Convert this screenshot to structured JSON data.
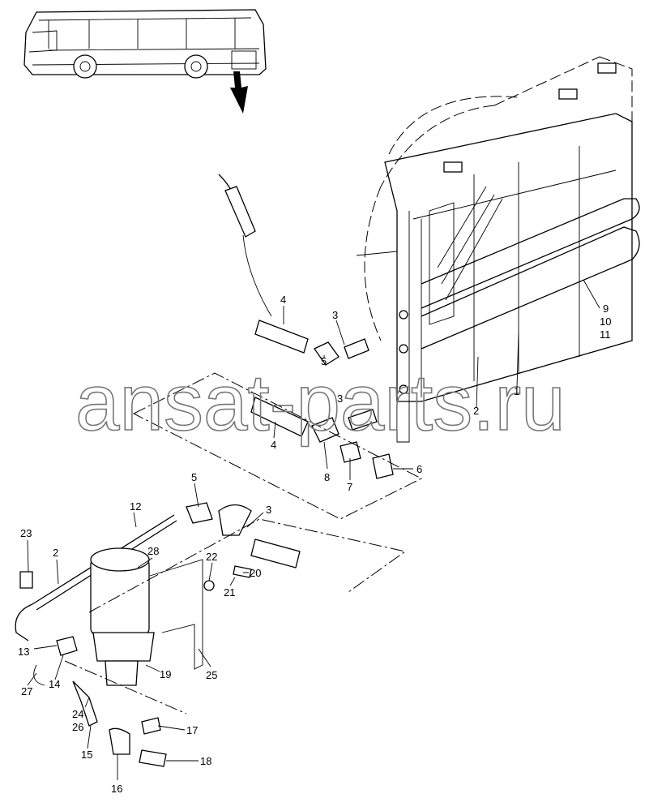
{
  "diagram": {
    "watermark": "ansat-parts.ru",
    "callouts": [
      {
        "id": "c4a",
        "text": "4"
      },
      {
        "id": "c3a",
        "text": "3"
      },
      {
        "id": "c5a",
        "text": "5"
      },
      {
        "id": "c1",
        "text": "1"
      },
      {
        "id": "c9",
        "text": "9"
      },
      {
        "id": "c10",
        "text": "10"
      },
      {
        "id": "c11",
        "text": "11"
      },
      {
        "id": "c2a",
        "text": "2"
      },
      {
        "id": "c3b",
        "text": "3"
      },
      {
        "id": "c4b",
        "text": "4"
      },
      {
        "id": "c8",
        "text": "8"
      },
      {
        "id": "c7",
        "text": "7"
      },
      {
        "id": "c6",
        "text": "6"
      },
      {
        "id": "c5b",
        "text": "5"
      },
      {
        "id": "c12",
        "text": "12"
      },
      {
        "id": "c3c",
        "text": "3"
      },
      {
        "id": "c23",
        "text": "23"
      },
      {
        "id": "c2b",
        "text": "2"
      },
      {
        "id": "c28",
        "text": "28"
      },
      {
        "id": "c22",
        "text": "22"
      },
      {
        "id": "c20",
        "text": "20"
      },
      {
        "id": "c21",
        "text": "21"
      },
      {
        "id": "c13",
        "text": "13"
      },
      {
        "id": "c19",
        "text": "19"
      },
      {
        "id": "c25",
        "text": "25"
      },
      {
        "id": "c27",
        "text": "27"
      },
      {
        "id": "c14",
        "text": "14"
      },
      {
        "id": "c24",
        "text": "24"
      },
      {
        "id": "c26",
        "text": "26"
      },
      {
        "id": "c17",
        "text": "17"
      },
      {
        "id": "c15",
        "text": "15"
      },
      {
        "id": "c18",
        "text": "18"
      },
      {
        "id": "c16",
        "text": "16"
      }
    ]
  }
}
